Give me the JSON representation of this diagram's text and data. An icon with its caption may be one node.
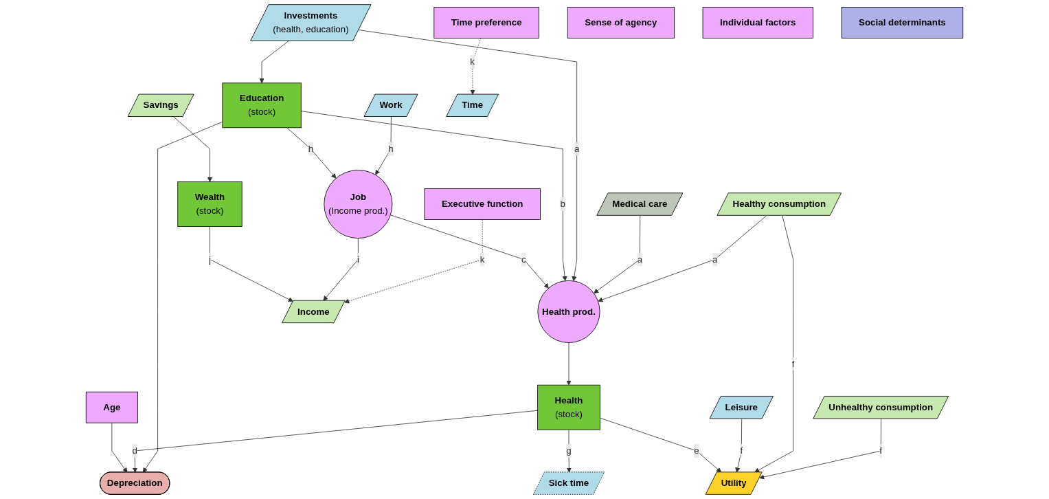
{
  "diagram": {
    "nodes": [
      {
        "text": [
          "Age"
        ]
      },
      {
        "text": [
          "Depreciation"
        ]
      },
      {
        "text": [
          "Health",
          "(stock)"
        ]
      },
      {
        "text": [
          "Job",
          "(Income prod.)"
        ]
      },
      {
        "text": [
          "Education",
          "(stock)"
        ]
      },
      {
        "text": [
          "Health prod."
        ]
      },
      {
        "text": [
          "Utility"
        ]
      },
      {
        "text": [
          "Wealth",
          "(stock)"
        ]
      },
      {
        "text": [
          "Work"
        ]
      },
      {
        "text": [
          "Sick time"
        ]
      },
      {
        "text": [
          "Leisure"
        ]
      },
      {
        "text": [
          "Investments",
          "(health, education)"
        ]
      },
      {
        "text": [
          "Medical care"
        ]
      },
      {
        "text": [
          "Healthy consumption"
        ]
      },
      {
        "text": [
          "Unhealthy consumption"
        ]
      },
      {
        "text": [
          "Savings"
        ]
      },
      {
        "text": [
          "Time"
        ]
      },
      {
        "text": [
          "Income"
        ]
      },
      {
        "text": [
          "Time preference"
        ]
      },
      {
        "text": [
          "Sense of agency"
        ]
      },
      {
        "text": [
          "Executive function"
        ]
      },
      {
        "text": [
          "Individual factors"
        ]
      },
      {
        "text": [
          "Social determinants"
        ]
      }
    ],
    "edges": [
      {
        "from": 0,
        "to": 1,
        "arrow": "to"
      },
      {
        "from": 2,
        "to": 1,
        "label": "d",
        "arrow": "to"
      },
      {
        "from": 4,
        "to": 1,
        "arrow": "to"
      },
      {
        "from": 2,
        "to": 9,
        "label": "g",
        "arrow": "to"
      },
      {
        "from": 3,
        "to": 5,
        "label": "c",
        "arrow": "to"
      },
      {
        "from": 5,
        "to": 2,
        "arrow": "to"
      },
      {
        "from": 2,
        "to": 6,
        "label": "e",
        "arrow": "to"
      },
      {
        "from": 4,
        "to": 3,
        "label": "h",
        "arrow": "to"
      },
      {
        "from": 8,
        "to": 3,
        "label": "h",
        "arrow": "to"
      },
      {
        "from": 4,
        "to": 5,
        "label": "b",
        "arrow": "to"
      },
      {
        "from": 11,
        "to": 4,
        "arrow": "to"
      },
      {
        "from": 11,
        "to": 5,
        "label": "a",
        "arrow": "to"
      },
      {
        "from": 12,
        "to": 5,
        "label": "a",
        "arrow": "to"
      },
      {
        "from": 13,
        "to": 5,
        "label": "a",
        "arrow": "to"
      },
      {
        "from": 10,
        "to": 6,
        "label": "f",
        "arrow": "to"
      },
      {
        "from": 13,
        "to": 6,
        "label": "f",
        "arrow": "to"
      },
      {
        "from": 14,
        "to": 6,
        "label": "f",
        "arrow": "to"
      },
      {
        "from": 15,
        "to": 7,
        "arrow": "to"
      },
      {
        "from": 7,
        "to": 17,
        "label": "j",
        "arrow": "to"
      },
      {
        "from": 3,
        "to": 17,
        "label": "i",
        "arrow": "to"
      },
      {
        "from": 18,
        "to": 16,
        "label": "k",
        "arrow": "to",
        "style": "dashed"
      },
      {
        "from": 20,
        "to": 17,
        "label": "k",
        "arrow": "to",
        "style": "dashed"
      }
    ]
  }
}
